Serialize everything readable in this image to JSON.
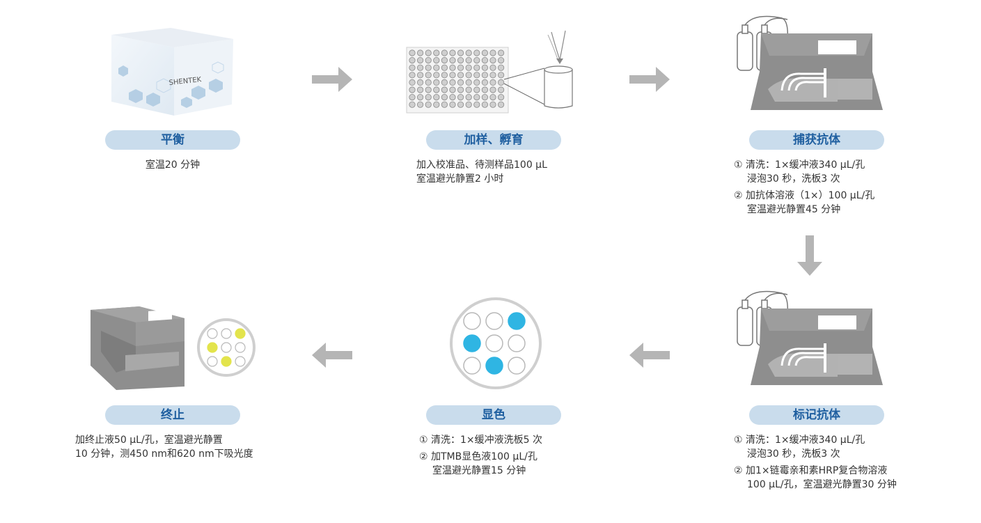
{
  "steps": [
    {
      "label": "平衡",
      "lines": [
        "室温20 分钟"
      ]
    },
    {
      "label": "加样、孵育",
      "lines": [
        "加入校准品、待测样品100 µL",
        "室温避光静置2 小时"
      ]
    },
    {
      "label": "捕获抗体",
      "lines": [
        "① 清洗：1×缓冲液340 µL/孔",
        "浸泡30 秒，洗板3 次",
        "② 加抗体溶液（1×）100 µL/孔",
        "室温避光静置45 分钟"
      ]
    },
    {
      "label": "标记抗体",
      "lines": [
        "① 清洗：1×缓冲液340 µL/孔",
        "浸泡30 秒，洗板3 次",
        "② 加1×链霉亲和素HRP复合物溶液",
        "100 µL/孔，室温避光静置30 分钟"
      ]
    },
    {
      "label": "显色",
      "lines": [
        "① 清洗：1×缓冲液洗板5 次",
        "② 加TMB显色液100 µL/孔",
        "室温避光静置15 分钟"
      ]
    },
    {
      "label": "终止",
      "lines": [
        "加终止液50 µL/孔，室温避光静置",
        "10 分钟，测450 nm和620 nm下吸光度"
      ]
    }
  ],
  "kit_box_text": "SHENTEK",
  "colors": {
    "pill_bg": "#c9dcec",
    "pill_text": "#1f5fa0",
    "arrow": "#b5b5b5",
    "device": "#8e8e8e",
    "blue_well": "#2fb5e3",
    "yellow_well": "#e3e44c"
  },
  "icons": [
    "kit-box-icon",
    "microplate-icon",
    "plate-washer-icon",
    "plate-washer-icon",
    "color-wells-icon",
    "plate-reader-icon"
  ]
}
